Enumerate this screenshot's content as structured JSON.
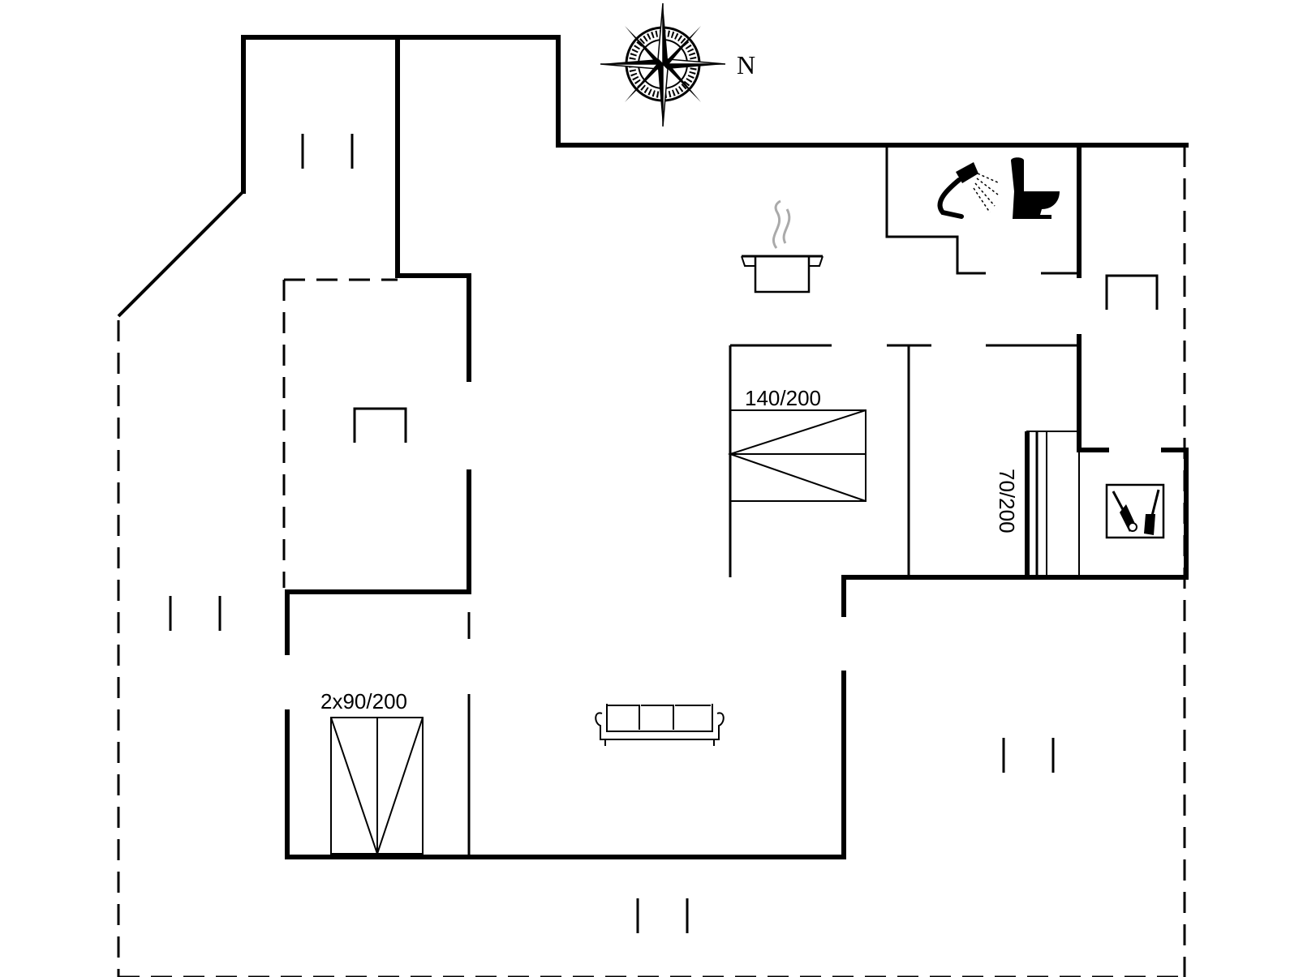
{
  "compass": {
    "north_label": "N",
    "icon": "compass-rose-icon"
  },
  "rooms": {
    "double_bedroom": {
      "bed_label": "140/200",
      "icon": "double-bed-icon"
    },
    "twin_bedroom": {
      "bed_label": "2x90/200",
      "icon": "twin-beds-icon"
    },
    "single_bedroom": {
      "bed_label": "70/200",
      "icon": "single-bed-icon"
    },
    "kitchen": {
      "icon": "cooking-pot-icon"
    },
    "bathroom": {
      "icons": [
        "shower-icon",
        "toilet-icon"
      ]
    },
    "living_room": {
      "icon": "sofa-icon"
    },
    "utility": {
      "icon": "vacuum-cleaner-icon"
    }
  }
}
